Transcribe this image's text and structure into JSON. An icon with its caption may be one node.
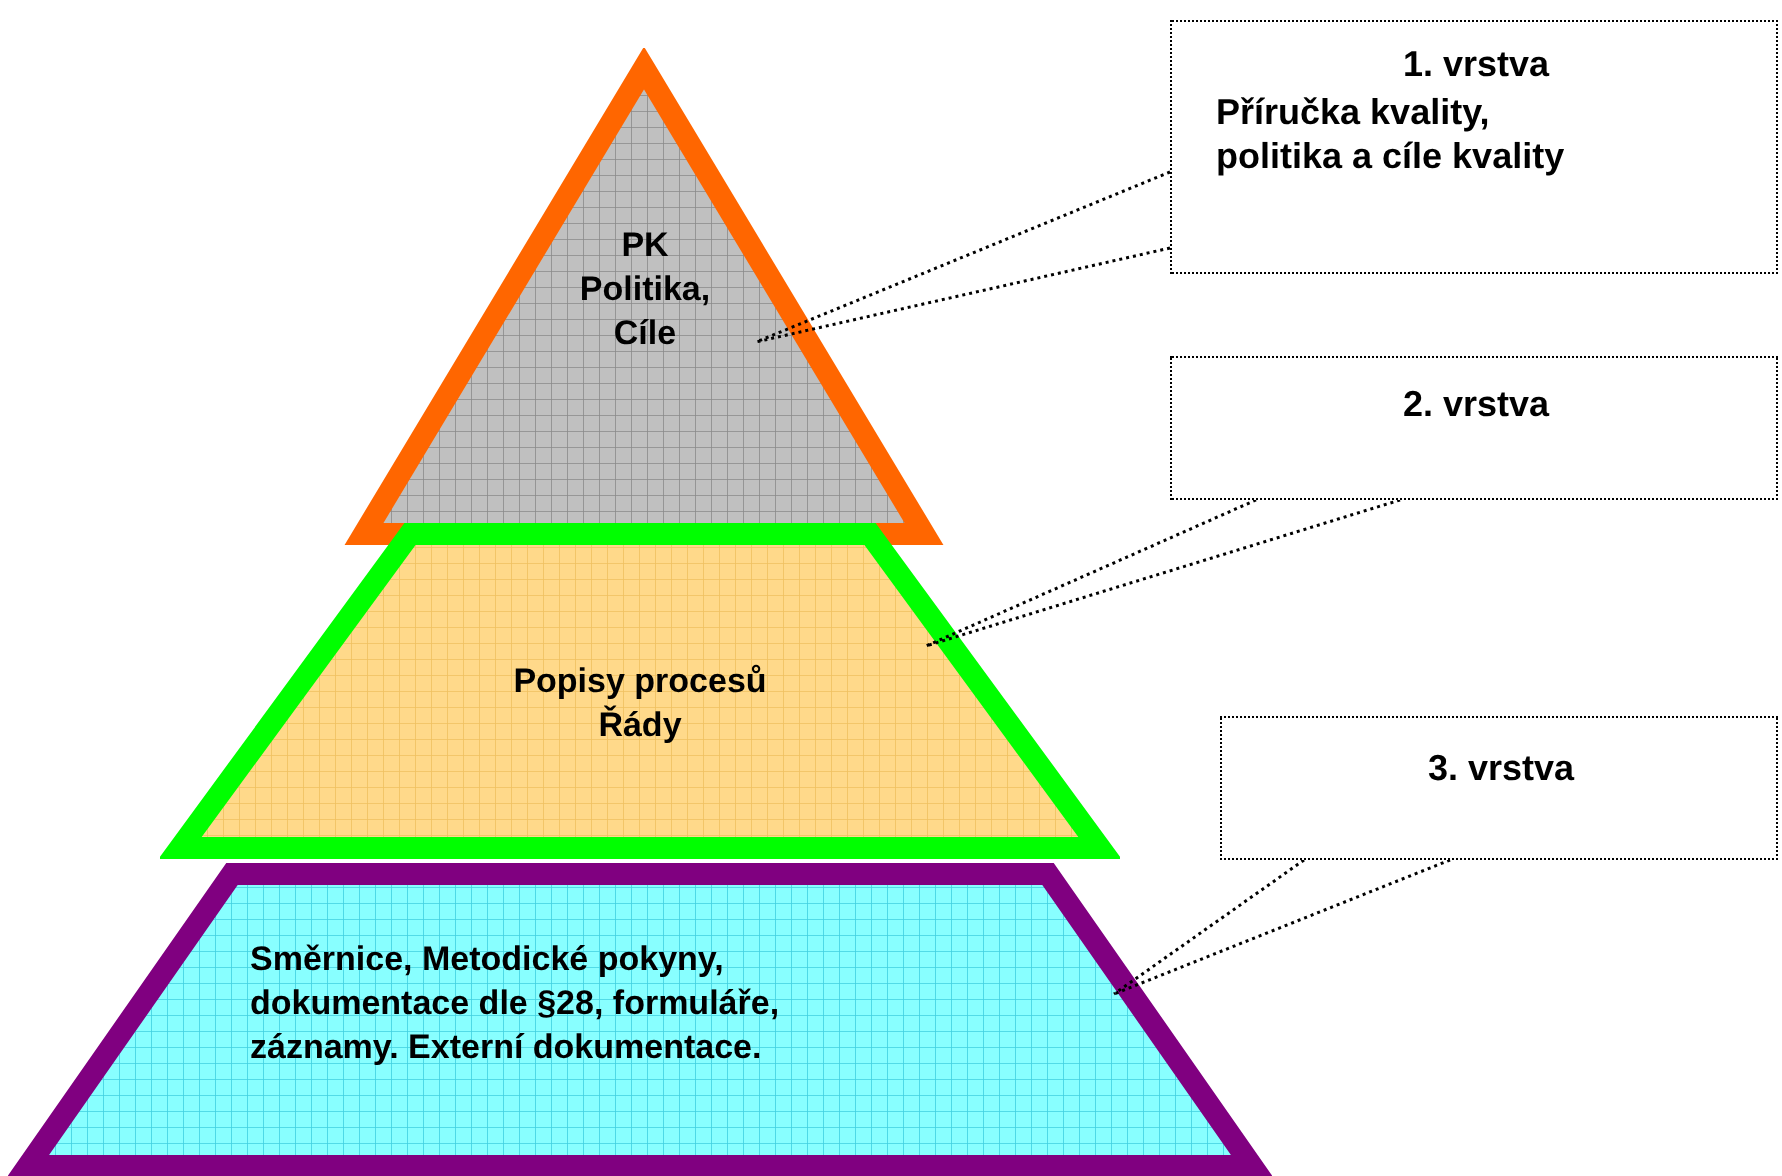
{
  "diagram": {
    "nodes": [
      {
        "text": [
          "PK Politika, Cíle"
        ]
      },
      {
        "text": [
          "Popisy procesů Řády"
        ]
      },
      {
        "text": [
          "Směrnice, Metodické pokyny, dokumentace dle §28, formuláře, záznamy. Externí dokumentace."
        ]
      },
      {
        "text": [
          "1. vrstva",
          "Příručka kvality, politika a cíle kvality"
        ]
      },
      {
        "text": [
          "2. vrstva"
        ]
      },
      {
        "text": [
          "3. vrstva"
        ]
      }
    ],
    "edges": [
      {
        "from": 3,
        "to": 0,
        "arrow": "none"
      },
      {
        "from": 4,
        "to": 1,
        "arrow": "none"
      },
      {
        "from": 5,
        "to": 2,
        "arrow": "none"
      }
    ]
  }
}
